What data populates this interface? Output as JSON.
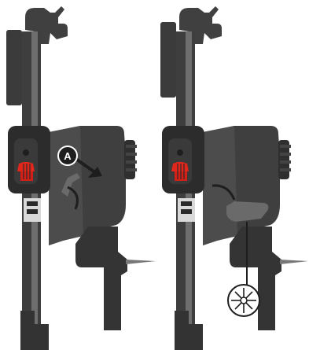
{
  "figure": {
    "panels": [
      {
        "id": "before",
        "callout": "A"
      },
      {
        "id": "after",
        "callout": ""
      }
    ]
  },
  "colors": {
    "rail_dark": "#3a3a3a",
    "rail_light": "#6f6f6f",
    "body_dark": "#2f2f2f",
    "body_mid": "#4a4a4a",
    "latch_red": "#e1261c",
    "arrow": "#2a2a2a",
    "bag_white": "#ffffff",
    "line": "#1e1e1e"
  }
}
